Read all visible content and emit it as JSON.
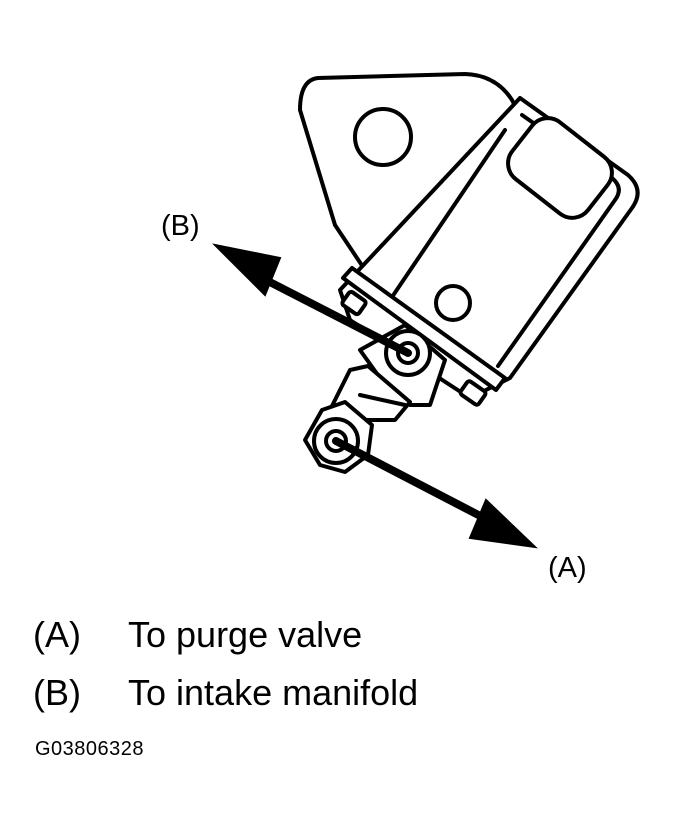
{
  "callouts": {
    "a": "(A)",
    "b": "(B)"
  },
  "legend": [
    {
      "key": "(A)",
      "text": "To purge valve"
    },
    {
      "key": "(B)",
      "text": "To intake manifold"
    }
  ],
  "figure_code": "G03806328",
  "colors": {
    "line": "#000000",
    "background": "#ffffff"
  }
}
